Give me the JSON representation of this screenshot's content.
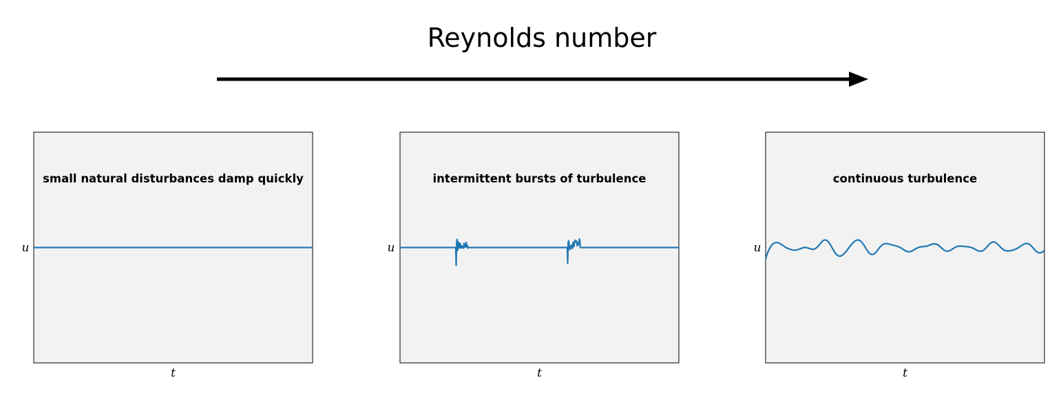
{
  "title": "Reynolds number",
  "colors": {
    "signal": "#1f77b4",
    "panel_fill": "#f2f2f2",
    "panel_border": "#000000",
    "arrow": "#000000"
  },
  "panels": [
    {
      "title": "small natural disturbances damp quickly",
      "regime": "laminar",
      "ylabel": "u",
      "xlabel": "t"
    },
    {
      "title": "intermittent bursts of turbulence",
      "regime": "intermittent",
      "ylabel": "u",
      "xlabel": "t",
      "bursts": [
        {
          "start": 0.2,
          "duration": 0.045
        },
        {
          "start": 0.6,
          "duration": 0.045
        }
      ]
    },
    {
      "title": "continuous turbulence",
      "regime": "turbulent",
      "ylabel": "u",
      "xlabel": "t"
    }
  ]
}
